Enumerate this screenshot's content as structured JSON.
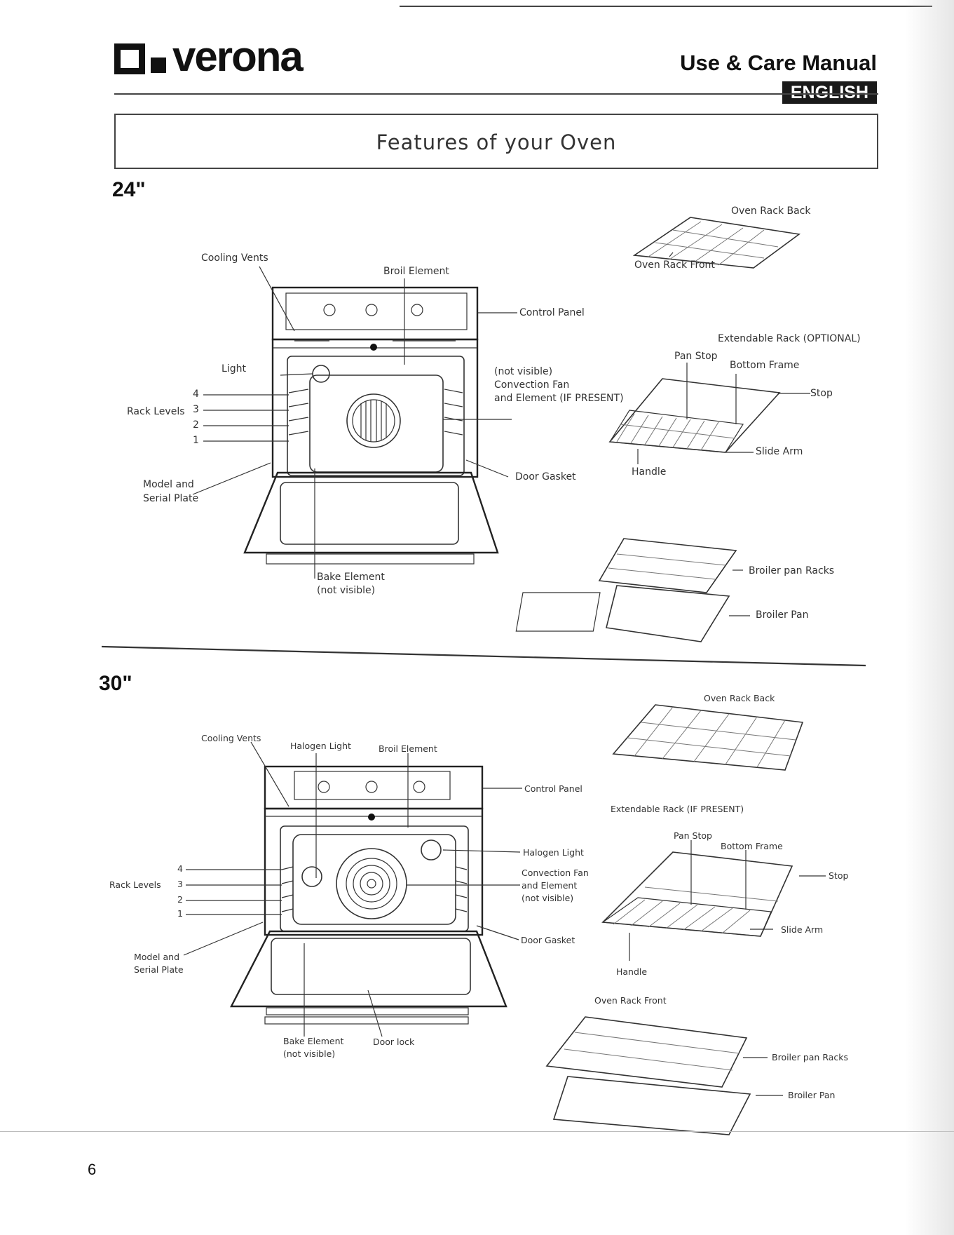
{
  "header": {
    "brand": "verona",
    "manual_title": "Use & Care Manual",
    "language": "ENGLISH"
  },
  "section_title": "Features of your Oven",
  "oven24": {
    "size": "24\"",
    "labels": {
      "cooling_vents": "Cooling Vents",
      "broil_element": "Broil Element",
      "control_panel": "Control Panel",
      "light": "Light",
      "rack_levels": "Rack Levels",
      "rack_4": "4",
      "rack_3": "3",
      "rack_2": "2",
      "rack_1": "1",
      "convection_1": "(not visible)",
      "convection_2": "Convection Fan",
      "convection_3": "and Element (IF PRESENT)",
      "model_1": "Model and",
      "model_2": "Serial Plate",
      "door_gasket": "Door Gasket",
      "bake_1": "Bake Element",
      "bake_2": "(not visible)"
    },
    "accessories": {
      "rack_back": "Oven Rack Back",
      "rack_front": "Oven Rack Front",
      "extendable": "Extendable Rack (OPTIONAL)",
      "pan_stop": "Pan Stop",
      "bottom_frame": "Bottom Frame",
      "stop": "Stop",
      "slide_arm": "Slide Arm",
      "handle": "Handle",
      "broiler_racks": "Broiler pan Racks",
      "broiler_pan": "Broiler Pan"
    }
  },
  "oven30": {
    "size": "30\"",
    "labels": {
      "cooling_vents": "Cooling Vents",
      "halogen_light_top": "Halogen Light",
      "broil_element": "Broil Element",
      "control_panel": "Control Panel",
      "halogen_light_side": "Halogen Light",
      "convection_1": "Convection Fan",
      "convection_2": "and Element",
      "convection_3": "(not visible)",
      "rack_levels": "Rack Levels",
      "rack_4": "4",
      "rack_3": "3",
      "rack_2": "2",
      "rack_1": "1",
      "model_1": "Model and",
      "model_2": "Serial Plate",
      "door_gasket": "Door Gasket",
      "bake_1": "Bake Element",
      "bake_2": "(not visible)",
      "door_lock": "Door lock"
    },
    "accessories": {
      "rack_back": "Oven Rack Back",
      "extendable": "Extendable Rack (IF PRESENT)",
      "pan_stop": "Pan Stop",
      "bottom_frame": "Bottom Frame",
      "stop": "Stop",
      "slide_arm": "Slide Arm",
      "handle": "Handle",
      "rack_front": "Oven Rack Front",
      "broiler_racks": "Broiler pan Racks",
      "broiler_pan": "Broiler Pan"
    }
  },
  "page_number": "6"
}
